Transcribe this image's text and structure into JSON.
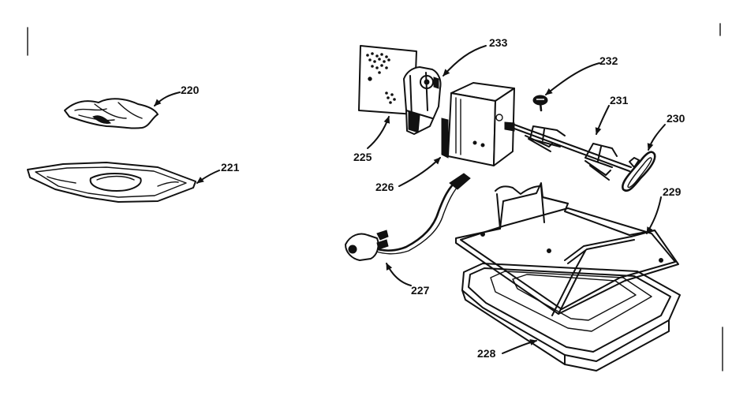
{
  "parts": [
    {
      "id": "p220",
      "number": "220"
    },
    {
      "id": "p221",
      "number": "221"
    },
    {
      "id": "p225",
      "number": "225"
    },
    {
      "id": "p226",
      "number": "226"
    },
    {
      "id": "p227",
      "number": "227"
    },
    {
      "id": "p228",
      "number": "228"
    },
    {
      "id": "p229",
      "number": "229"
    },
    {
      "id": "p230",
      "number": "230"
    },
    {
      "id": "p231",
      "number": "231"
    },
    {
      "id": "p232",
      "number": "232"
    },
    {
      "id": "p233",
      "number": "233"
    }
  ]
}
